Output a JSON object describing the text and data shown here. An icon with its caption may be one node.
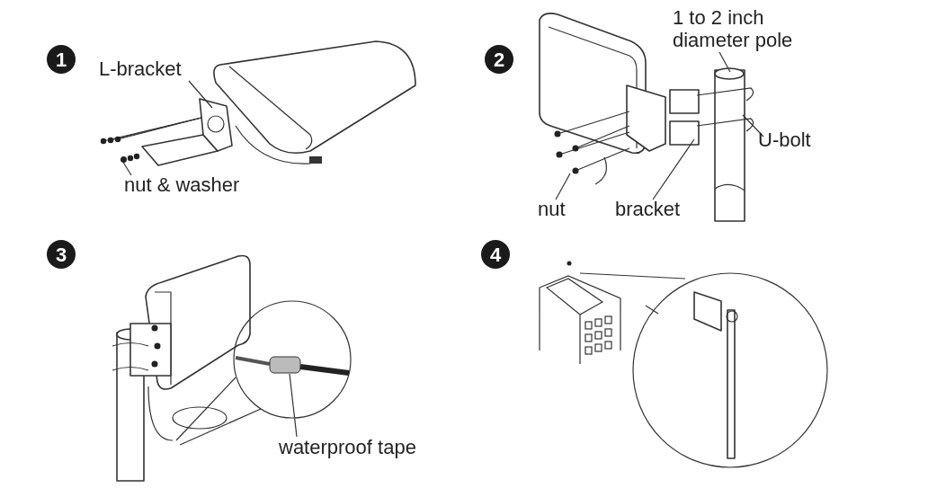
{
  "diagram": {
    "nodes": [
      {
        "text": [
          "1"
        ]
      },
      {
        "text": [
          "L-bracket"
        ]
      },
      {
        "text": [
          "nut & washer"
        ]
      },
      {
        "text": [
          "2"
        ]
      },
      {
        "text": [
          "1 to 2 inch diameter pole"
        ]
      },
      {
        "text": [
          "U-bolt"
        ]
      },
      {
        "text": [
          "nut"
        ]
      },
      {
        "text": [
          "bracket"
        ]
      },
      {
        "text": [
          "3"
        ]
      },
      {
        "text": [
          "waterproof tape"
        ]
      },
      {
        "text": [
          "4"
        ]
      },
      {
        "text": [],
        "shape": "circle"
      }
    ],
    "edges": [
      {
        "from": 1,
        "to": null,
        "arrow": "none"
      },
      {
        "from": 2,
        "to": 11,
        "arrow": "none"
      },
      {
        "from": 4,
        "to": null,
        "arrow": "none"
      },
      {
        "from": 5,
        "to": null,
        "arrow": "none"
      },
      {
        "from": 6,
        "to": null,
        "arrow": "none"
      },
      {
        "from": 7,
        "to": null,
        "arrow": "none"
      },
      {
        "from": 9,
        "to": null,
        "arrow": "none"
      }
    ]
  }
}
